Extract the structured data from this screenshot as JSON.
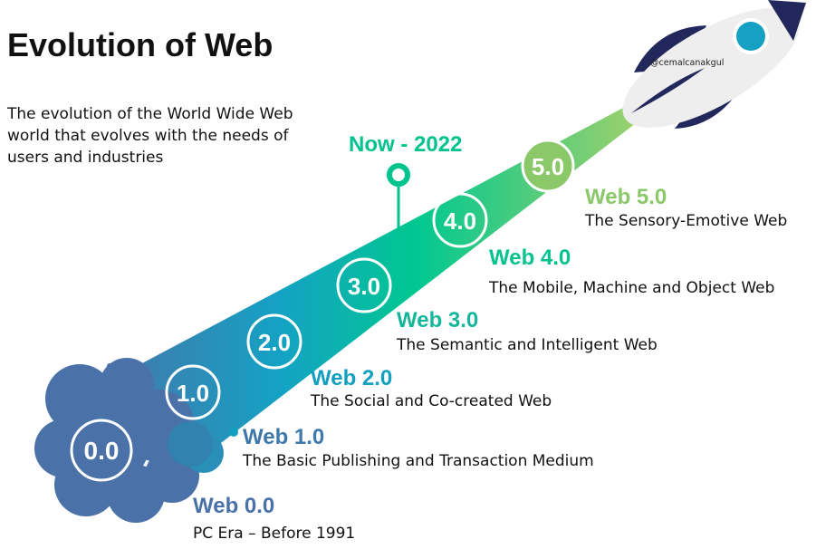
{
  "title": "Evolution of Web",
  "subtitle": [
    "The evolution of the World Wide Web",
    "world that evolves with the needs of",
    "users and industries"
  ],
  "now_marker": "Now - 2022",
  "watermark": "@cemalcanakgul",
  "colors": {
    "web0": "#4a72a8",
    "web1": "#3f78aa",
    "web2": "#13a0c0",
    "web3": "#14b79c",
    "web4": "#00c38e",
    "web5": "#8bc86a",
    "rocket_fin": "#22285c",
    "rocket_window": "#16a0c4"
  },
  "stages": [
    {
      "badge": "0.0",
      "name": "Web 0.0",
      "desc": "PC Era – Before 1991"
    },
    {
      "badge": "1.0",
      "name": "Web 1.0",
      "desc": "The Basic Publishing and Transaction Medium"
    },
    {
      "badge": "2.0",
      "name": "Web 2.0",
      "desc": "The Social and Co-created Web"
    },
    {
      "badge": "3.0",
      "name": "Web 3.0",
      "desc": "The Semantic and Intelligent Web"
    },
    {
      "badge": "4.0",
      "name": "Web 4.0",
      "desc": "The Mobile, Machine and Object Web"
    },
    {
      "badge": "5.0",
      "name": "Web 5.0",
      "desc": "The Sensory-Emotive Web"
    }
  ]
}
